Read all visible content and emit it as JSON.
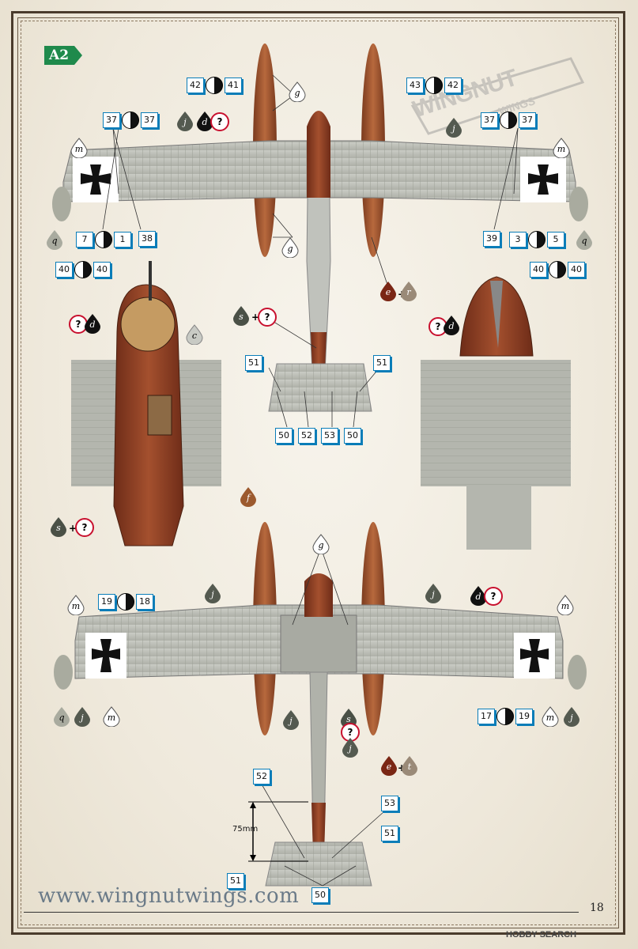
{
  "page": {
    "section_tag": "A2",
    "watermark_line1": "WINGNUT",
    "watermark_line2": "WINGS",
    "url": "www.wingnutwings.com",
    "page_number": "18",
    "credit": "HOBBY SEARCH",
    "dimension_label": "75mm"
  },
  "decals": {
    "top_left_42_41": [
      "42",
      "41"
    ],
    "top_right_43_42": [
      "43",
      "42"
    ],
    "wing_left_37_37": [
      "37",
      "37"
    ],
    "wing_right_37_37": [
      "37",
      "37"
    ],
    "left_7_1": [
      "7",
      "1"
    ],
    "left_38": "38",
    "left_40_40": [
      "40",
      "40"
    ],
    "right_39": "39",
    "right_3_5": [
      "3",
      "5"
    ],
    "right_40_40": [
      "40",
      "40"
    ],
    "tail_51_left": "51",
    "tail_51_right": "51",
    "tail_bottom": [
      "50",
      "52",
      "53",
      "50"
    ],
    "lower_19_18": [
      "19",
      "18"
    ],
    "lower_17_19": [
      "17",
      "19"
    ],
    "lower_52": "52",
    "lower_53": "53",
    "lower_51_right": "51",
    "lower_51_left": "51",
    "lower_50": "50"
  },
  "paints": {
    "g": "g",
    "j": "j",
    "d": "d",
    "m": "m",
    "q": "q",
    "e": "e",
    "r": "r",
    "s": "s",
    "c": "c",
    "f": "f",
    "t": "t",
    "unknown": "?"
  },
  "colors": {
    "decal_border": "#0a7db8",
    "tag_green": "#1f8a4c",
    "unknown_ring": "#c8102e",
    "fuselage_brown": "#8b3a22",
    "float_brown": "#a0522d",
    "wing_grey": "#b8bab3",
    "dark_grey": "#545a50"
  }
}
